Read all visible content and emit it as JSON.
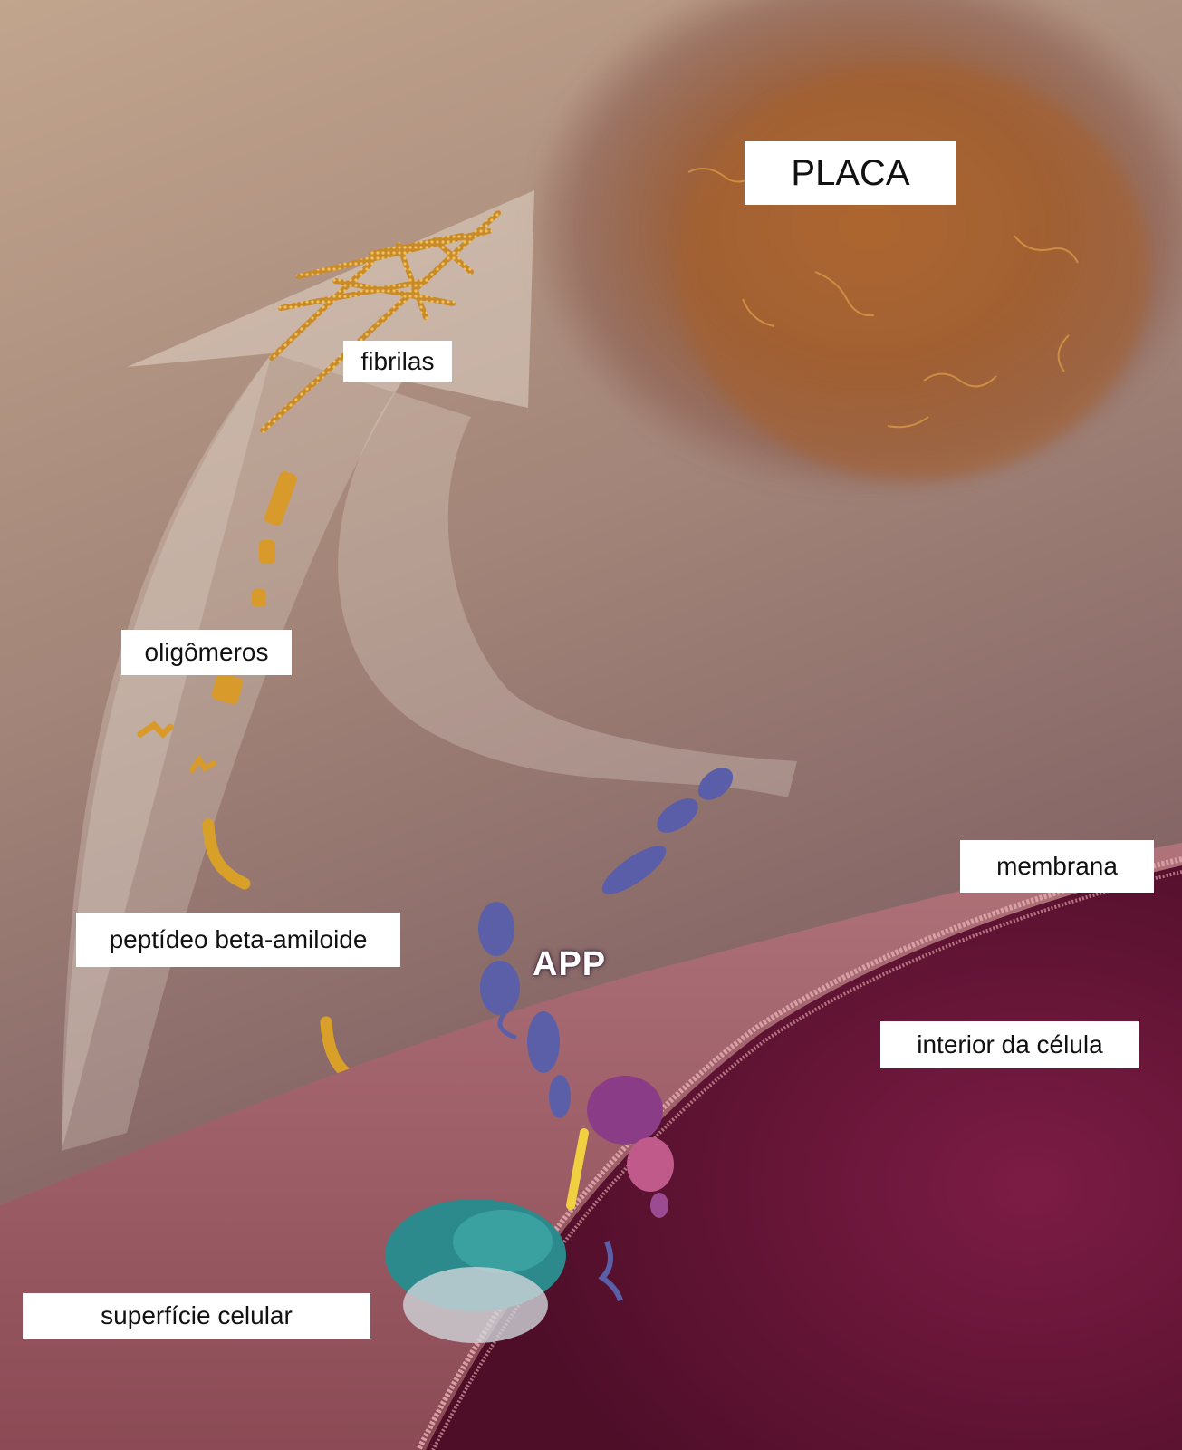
{
  "labels": {
    "plaque": "PLACA",
    "fibrils": "fibrilas",
    "oligomers": "oligômeros",
    "beta_amyloid_peptide": "peptídeo beta-amiloide",
    "app": "APP",
    "membrane": "membrana",
    "cell_interior": "interior da célula",
    "cell_surface": "superfície celular"
  },
  "colors": {
    "background_top": "#b49884",
    "background_bottom": "#7d5e63",
    "plaque": "#a8622c",
    "fibril_gold": "#d49a2a",
    "app_protein": "#5a5ea8",
    "membrane_surface": "#9c5a62",
    "cell_interior": "#6a1535",
    "enzyme_teal": "#2f8c8e",
    "enzyme_purple": "#8c3f86",
    "arrow": "#e6dcd2"
  }
}
